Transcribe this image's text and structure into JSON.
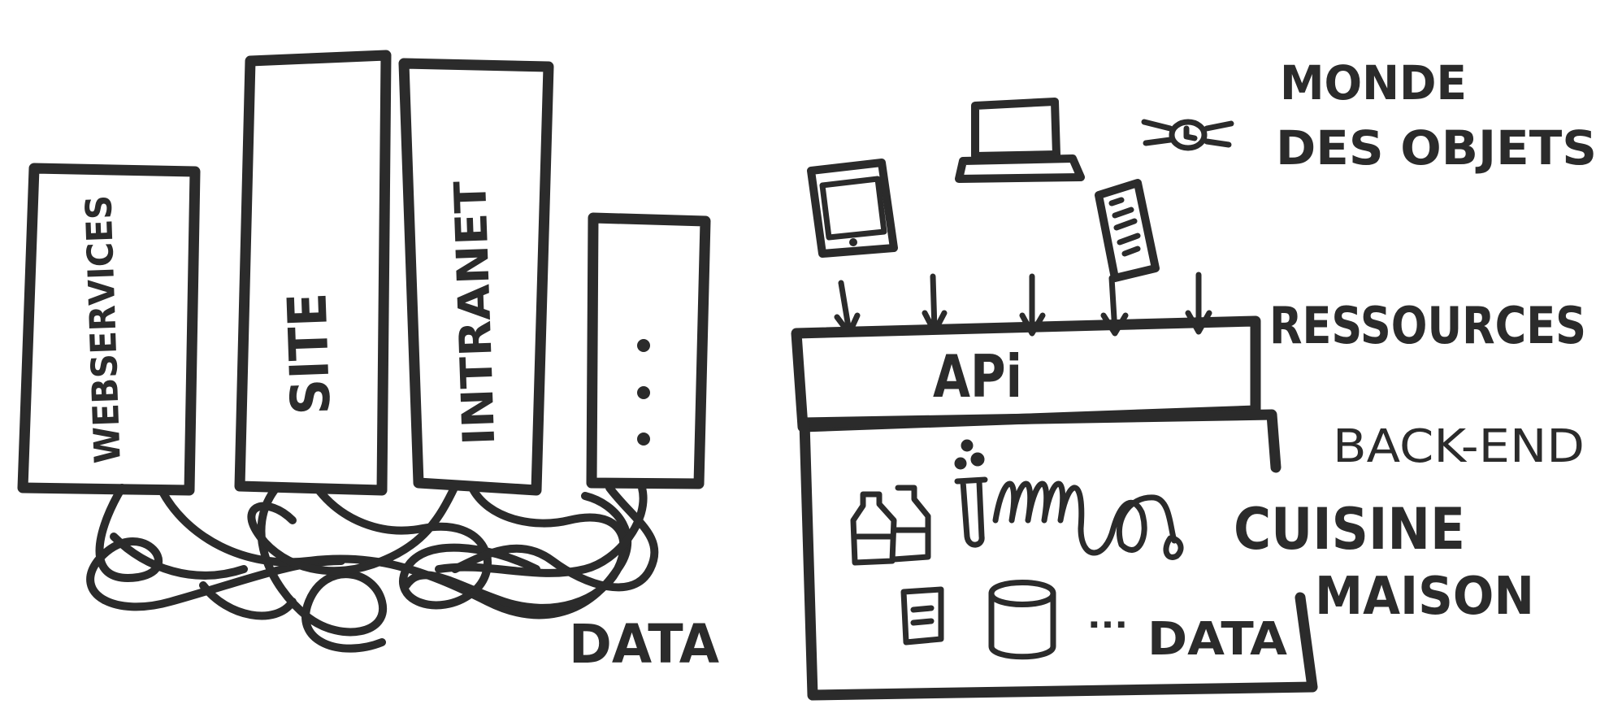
{
  "left": {
    "columns": [
      {
        "label": "WEBSERVICES"
      },
      {
        "label": "SITE"
      },
      {
        "label": "INTRANET"
      },
      {
        "label": "..."
      }
    ],
    "data_label": "DATA"
  },
  "right": {
    "monde_line1": "MONDE",
    "monde_line2": "DES OBJETS",
    "ressources": "RESSOURCES",
    "api": "APi",
    "backend": "BACK-END",
    "cuisine": "CUISINE",
    "maison": "MAISON",
    "ellipsis": "...",
    "data_label": "DATA"
  }
}
